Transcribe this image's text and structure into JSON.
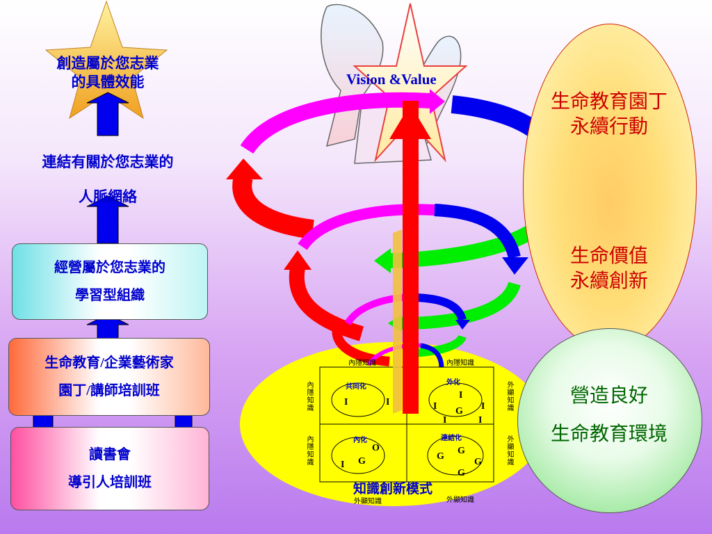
{
  "left": {
    "top_star_text_1": "創造屬於您志業",
    "top_star_text_2": "的具體效能",
    "network_text_1": "連結有關於您志業的",
    "network_text_2": "人脈網絡",
    "org_text_1": "經營屬於您志業的",
    "org_text_2": "學習型組織",
    "class_text_1": "生命教育/企業藝術家",
    "class_text_2": "園丁/講師培訓班",
    "reading_text_1": "讀書會",
    "reading_text_2": "導引人培訓班"
  },
  "center": {
    "vision_label": "Vision &Value",
    "model_title": "知識創新模式",
    "top_left": "內隱知識",
    "top_right": "內隱知識",
    "bottom_left": "外顯知識",
    "bottom_right": "外顯知識",
    "left_top_v": "內隱知識",
    "left_bottom_v": "內隱知識",
    "right_top_v": "外顯知識",
    "right_bottom_v": "外顯知識",
    "q1": "共同化",
    "q2": "外化",
    "q3": "內化",
    "q4": "連結化"
  },
  "right": {
    "oval_line1": "生命教育園丁",
    "oval_line2": "永續行動",
    "oval_line3": "生命價值",
    "oval_line4": "永續創新",
    "circle_line1": "營造良好",
    "circle_line2": "生命教育環境"
  },
  "colors": {
    "blue": "#0000cc",
    "red": "#ff0000",
    "magenta": "#ff00ff",
    "green": "#00ee00",
    "yellow": "#ffff00"
  }
}
